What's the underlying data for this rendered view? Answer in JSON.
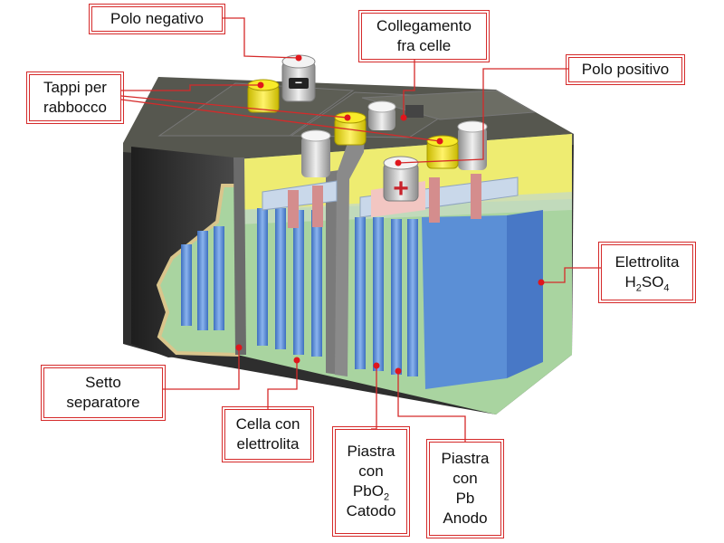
{
  "labels": {
    "negative_pole": "Polo negativo",
    "cell_link_1": "Collegamento",
    "cell_link_2": "fra celle",
    "positive_pole": "Polo positivo",
    "caps_1": "Tappi per",
    "caps_2": "rabbocco",
    "electrolyte_1": "Elettrolita",
    "electrolyte_formula_a": "H",
    "electrolyte_formula_sub1": "2",
    "electrolyte_formula_b": "SO",
    "electrolyte_formula_sub2": "4",
    "separator_1": "Setto",
    "separator_2": "separatore",
    "cell_1": "Cella con",
    "cell_2": "elettrolita",
    "cathode_1": "Piastra",
    "cathode_2": "con",
    "cathode_3a": "PbO",
    "cathode_3sub": "2",
    "cathode_4": "Catodo",
    "anode_1": "Piastra",
    "anode_2": "con",
    "anode_3": "Pb",
    "anode_4": "Anodo"
  },
  "symbols": {
    "minus": "−",
    "plus": "+"
  },
  "colors": {
    "leader": "#d52a2a",
    "electrolyte": "#a9d4a0",
    "plates": "#5b8fd6",
    "caps": "#f3e21c",
    "case": "#3a3a3a",
    "lid": "#56574f"
  }
}
